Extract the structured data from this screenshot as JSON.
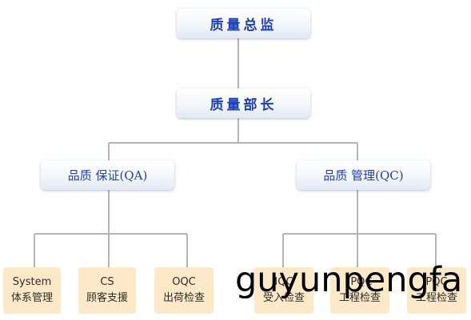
{
  "diagram": {
    "root": {
      "label": "质量总监"
    },
    "manager": {
      "label": "质量部长"
    },
    "branches": [
      {
        "label": "品质 保证(QA)",
        "children": [
          {
            "code": "System",
            "name": "体系管理"
          },
          {
            "code": "CS",
            "name": "顾客支援"
          },
          {
            "code": "OQC",
            "name": "出荷检查"
          }
        ]
      },
      {
        "label": "品质 管理(QC)",
        "children": [
          {
            "code": "IQC",
            "name": "受入检查"
          },
          {
            "code": "IPQC",
            "name": "工程检查"
          },
          {
            "code": "PQC",
            "name": "工程检查"
          }
        ]
      }
    ]
  },
  "watermark": {
    "text": "guyunpengfa"
  },
  "colors": {
    "node_text": "#1f3fb5",
    "leaf_fill": "#fde9c8",
    "connector": "#b4b4b4"
  }
}
